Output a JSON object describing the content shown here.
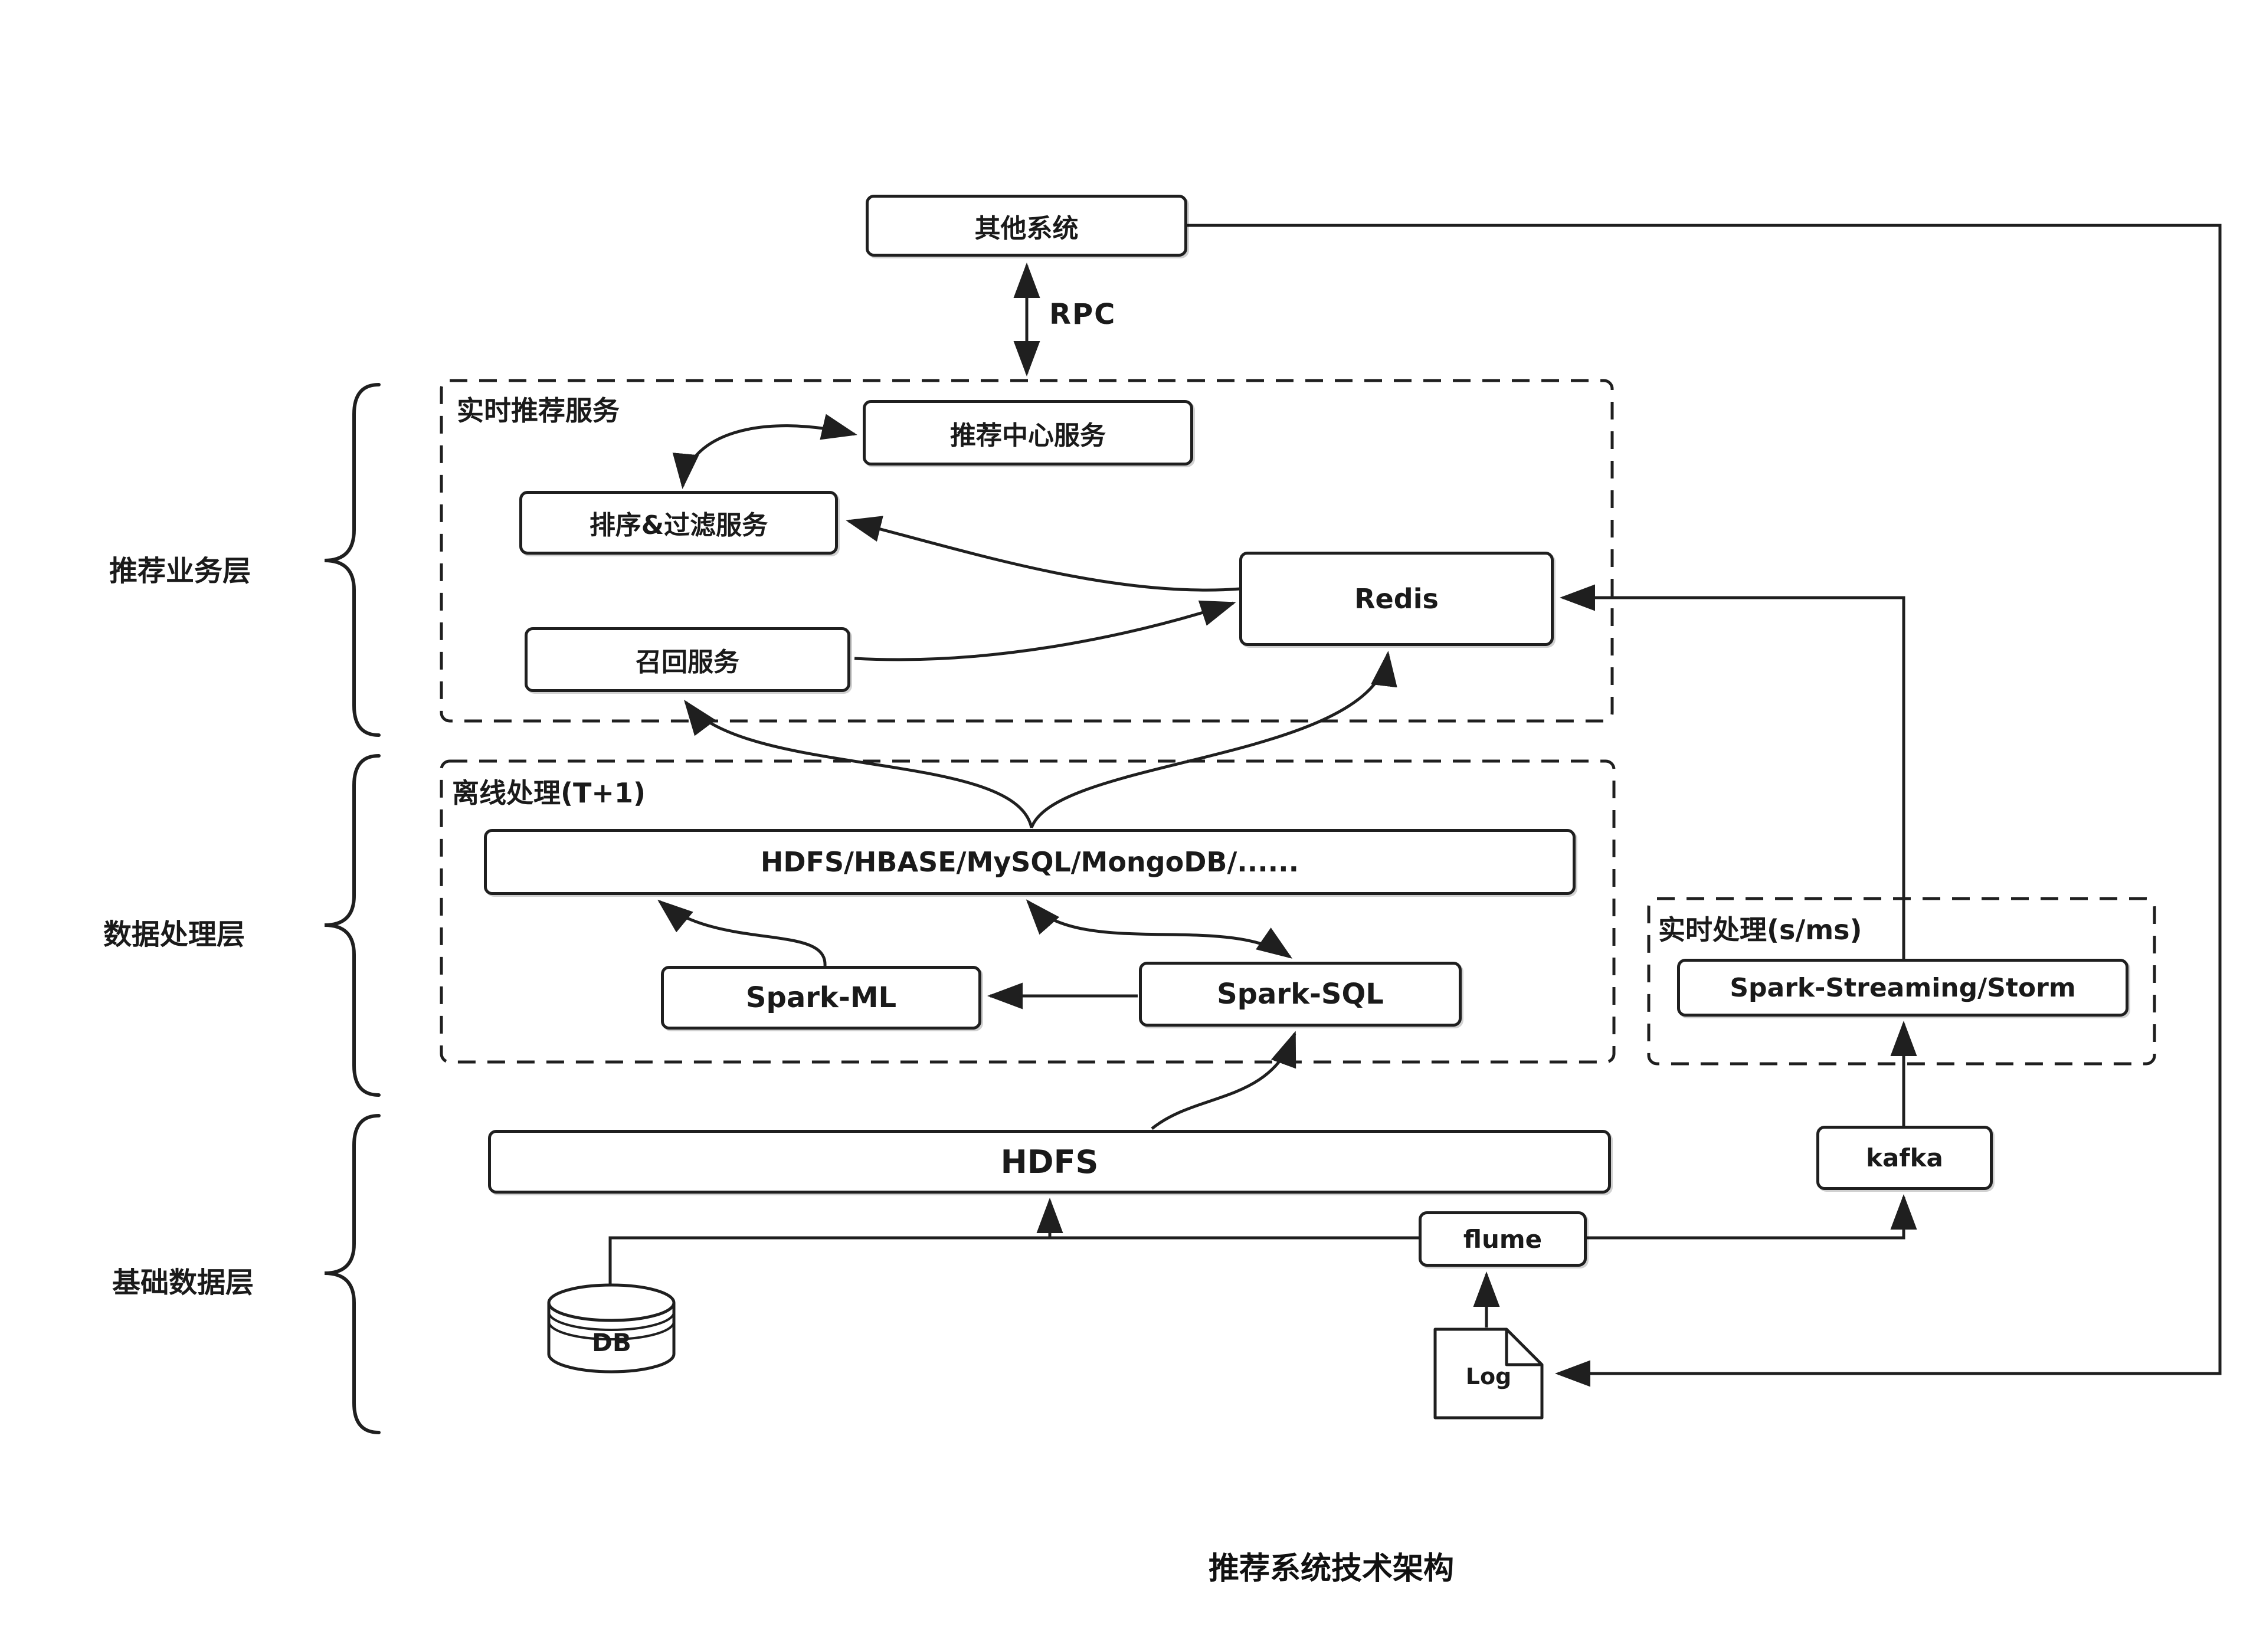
{
  "title": "推荐系统技术架构",
  "colors": {
    "stroke": "#1f1f1f",
    "background": "#ffffff",
    "text": "#1a1a1a"
  },
  "layers": [
    {
      "label": "推荐业务层"
    },
    {
      "label": "数据处理层"
    },
    {
      "label": "基础数据层"
    }
  ],
  "groups": {
    "realtime_service": "实时推荐服务",
    "offline_processing": "离线处理(T+1)",
    "realtime_processing": "实时处理(s/ms)"
  },
  "nodes": {
    "other_system": "其他系统",
    "rec_center": "推荐中心服务",
    "sort_filter": "排序&过滤服务",
    "recall": "召回服务",
    "redis": "Redis",
    "storage": "HDFS/HBASE/MySQL/MongoDB/......",
    "spark_ml": "Spark-ML",
    "spark_sql": "Spark-SQL",
    "spark_streaming": "Spark-Streaming/Storm",
    "hdfs": "HDFS",
    "flume": "flume",
    "kafka": "kafka",
    "db": "DB",
    "log": "Log"
  },
  "edges": {
    "rpc": "RPC"
  }
}
